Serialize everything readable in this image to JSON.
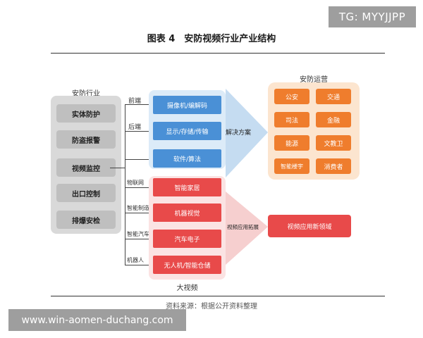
{
  "watermarks": {
    "top": "TG: MYYJJPP",
    "bottom": "www.win-aomen-duchang.com"
  },
  "figure": {
    "title": "图表 4　安防视频行业产业结构",
    "source": "资料来源：根据公开资料整理"
  },
  "left_panel": {
    "title": "安防行业",
    "items": [
      "实体防护",
      "防盗报警",
      "视频监控",
      "出口控制",
      "排爆安检"
    ]
  },
  "branches": {
    "front": "前端",
    "back": "后端",
    "iot": "物联网",
    "manufacturing": "智能制造",
    "auto": "智能汽车",
    "robot": "机器人"
  },
  "blue_panel": {
    "items": [
      "摄像机/编解码",
      "显示/存储/传输",
      "软件/算法"
    ]
  },
  "red_panel": {
    "title": "大视频",
    "items": [
      "智能家居",
      "机器视觉",
      "汽车电子",
      "无人机/智能仓储"
    ]
  },
  "solution_label": "解决方案",
  "expansion_label": "视频应用拓展",
  "orange_panel": {
    "title": "安防运营",
    "items": [
      "公安",
      "交通",
      "司法",
      "金融",
      "能源",
      "文教卫",
      "智能楼宇",
      "消费者"
    ]
  },
  "new_field": "视频应用新领域",
  "colors": {
    "blue": "#4a90d6",
    "red": "#e84a4a",
    "orange": "#ef7d2d",
    "gray": "#bfbfbf"
  }
}
